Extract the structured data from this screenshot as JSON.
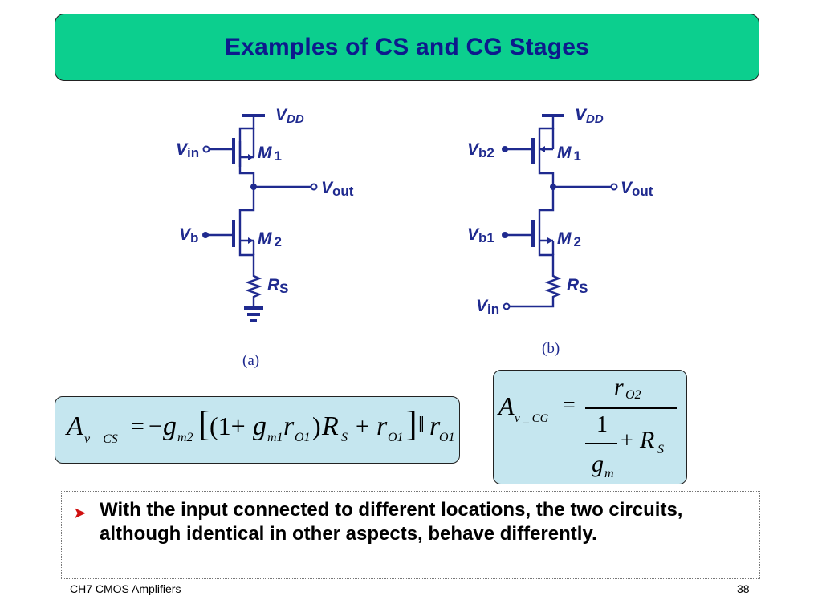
{
  "slide": {
    "title": "Examples of CS and CG Stages",
    "bullet": "With the input connected to different locations, the two circuits, although identical in other aspects, behave differently.",
    "footer_left": "CH7 CMOS Amplifiers",
    "page_number": "38",
    "bullet_icon": "arrowhead-bullet-icon"
  },
  "circuit_a": {
    "caption": "(a)",
    "vdd": {
      "main": "V",
      "sub": "DD"
    },
    "vin": {
      "main": "V",
      "sub": "in"
    },
    "vb": {
      "main": "V",
      "sub": "b"
    },
    "vout": {
      "main": "V",
      "sub": "out"
    },
    "m1": {
      "main": "M",
      "sub": "1"
    },
    "m2": {
      "main": "M",
      "sub": "2"
    },
    "rs": {
      "main": "R",
      "sub": "S"
    }
  },
  "circuit_b": {
    "caption": "(b)",
    "vdd": {
      "main": "V",
      "sub": "DD"
    },
    "vb2": {
      "main": "V",
      "sub": "b2"
    },
    "vb1": {
      "main": "V",
      "sub": "b1"
    },
    "vin": {
      "main": "V",
      "sub": "in"
    },
    "vout": {
      "main": "V",
      "sub": "out"
    },
    "m1": {
      "main": "M",
      "sub": "1"
    },
    "m2": {
      "main": "M",
      "sub": "2"
    },
    "rs": {
      "main": "R",
      "sub": "S"
    }
  },
  "eq_cs": {
    "lhs": "A",
    "lhs_sub": "v _ CS",
    "eq": "=",
    "minus": "−",
    "g": "g",
    "m2": "m2",
    "lbr": "[",
    "lpar": "(1+",
    "g2": "g",
    "m1": "m1",
    "r": "r",
    "o1": "O1",
    "rpar": ")",
    "R": "R",
    "S": "S",
    "plus": "+",
    "r2": "r",
    "o1b": "O1",
    "rbr": "]",
    "par": "‖",
    "r3": "r",
    "o1c": "O1"
  },
  "eq_cg": {
    "lhs": "A",
    "lhs_sub": "v _ CG",
    "eq": "=",
    "num_r": "r",
    "num_sub": "O2",
    "one": "1",
    "plus": "+",
    "R": "R",
    "S": "S",
    "g": "g",
    "m": "m"
  }
}
